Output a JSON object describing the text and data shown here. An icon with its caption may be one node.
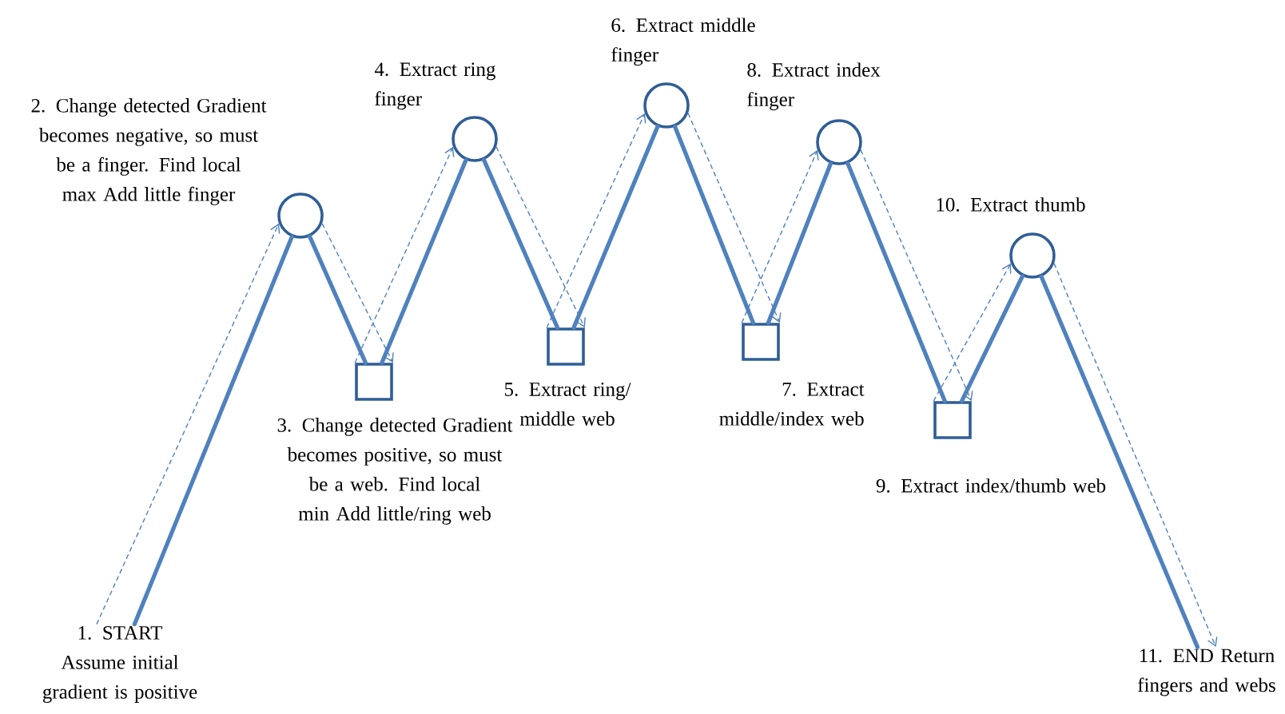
{
  "diagram": {
    "nodes": [
      {
        "text": [
          "1. START Assume initial gradient is positive"
        ]
      },
      {
        "text": [],
        "shape": "circle",
        "beside": [
          "2. Change detected Gradient becomes negative, so must be a finger. Find local max Add little finger"
        ]
      },
      {
        "text": [],
        "shape": "box",
        "beside": [
          "3. Change detected Gradient becomes positive, so must be a web. Find local min Add little/ring web"
        ]
      },
      {
        "text": [],
        "shape": "circle",
        "beside": [
          "4. Extract ring finger"
        ]
      },
      {
        "text": [],
        "shape": "box",
        "beside": [
          "5. Extract ring/ middle web"
        ]
      },
      {
        "text": [],
        "shape": "circle",
        "beside": [
          "6. Extract middle finger"
        ]
      },
      {
        "text": [],
        "shape": "box",
        "beside": [
          "7. Extract middle/index web"
        ]
      },
      {
        "text": [],
        "shape": "circle",
        "beside": [
          "8. Extract index finger"
        ]
      },
      {
        "text": [],
        "shape": "box",
        "beside": [
          "9. Extract index/thumb web"
        ]
      },
      {
        "text": [],
        "shape": "circle",
        "beside": [
          "10. Extract thumb"
        ]
      },
      {
        "text": [
          "11. END Return fingers and webs"
        ]
      }
    ],
    "edges": [
      {
        "from": 0,
        "to": 1,
        "arrow": "none",
        "style": "thick"
      },
      {
        "from": 1,
        "to": 2,
        "arrow": "none",
        "style": "thick"
      },
      {
        "from": 2,
        "to": 3,
        "arrow": "none",
        "style": "thick"
      },
      {
        "from": 3,
        "to": 4,
        "arrow": "none",
        "style": "thick"
      },
      {
        "from": 4,
        "to": 5,
        "arrow": "none",
        "style": "thick"
      },
      {
        "from": 5,
        "to": 6,
        "arrow": "none",
        "style": "thick"
      },
      {
        "from": 6,
        "to": 7,
        "arrow": "none",
        "style": "thick"
      },
      {
        "from": 7,
        "to": 8,
        "arrow": "none",
        "style": "thick"
      },
      {
        "from": 8,
        "to": 9,
        "arrow": "none",
        "style": "thick"
      },
      {
        "from": 9,
        "to": 10,
        "arrow": "none",
        "style": "thick"
      },
      {
        "from": 0,
        "to": 1,
        "arrow": "to",
        "style": "dashed"
      },
      {
        "from": 1,
        "to": 2,
        "arrow": "to",
        "style": "dashed"
      },
      {
        "from": 2,
        "to": 3,
        "arrow": "to",
        "style": "dashed"
      },
      {
        "from": 3,
        "to": 4,
        "arrow": "to",
        "style": "dashed"
      },
      {
        "from": 4,
        "to": 5,
        "arrow": "to",
        "style": "dashed"
      },
      {
        "from": 5,
        "to": 6,
        "arrow": "to",
        "style": "dashed"
      },
      {
        "from": 6,
        "to": 7,
        "arrow": "to",
        "style": "dashed"
      },
      {
        "from": 7,
        "to": 8,
        "arrow": "to",
        "style": "dashed"
      },
      {
        "from": 8,
        "to": 9,
        "arrow": "to",
        "style": "dashed"
      },
      {
        "from": 9,
        "to": 10,
        "arrow": "to",
        "style": "dashed"
      }
    ]
  }
}
